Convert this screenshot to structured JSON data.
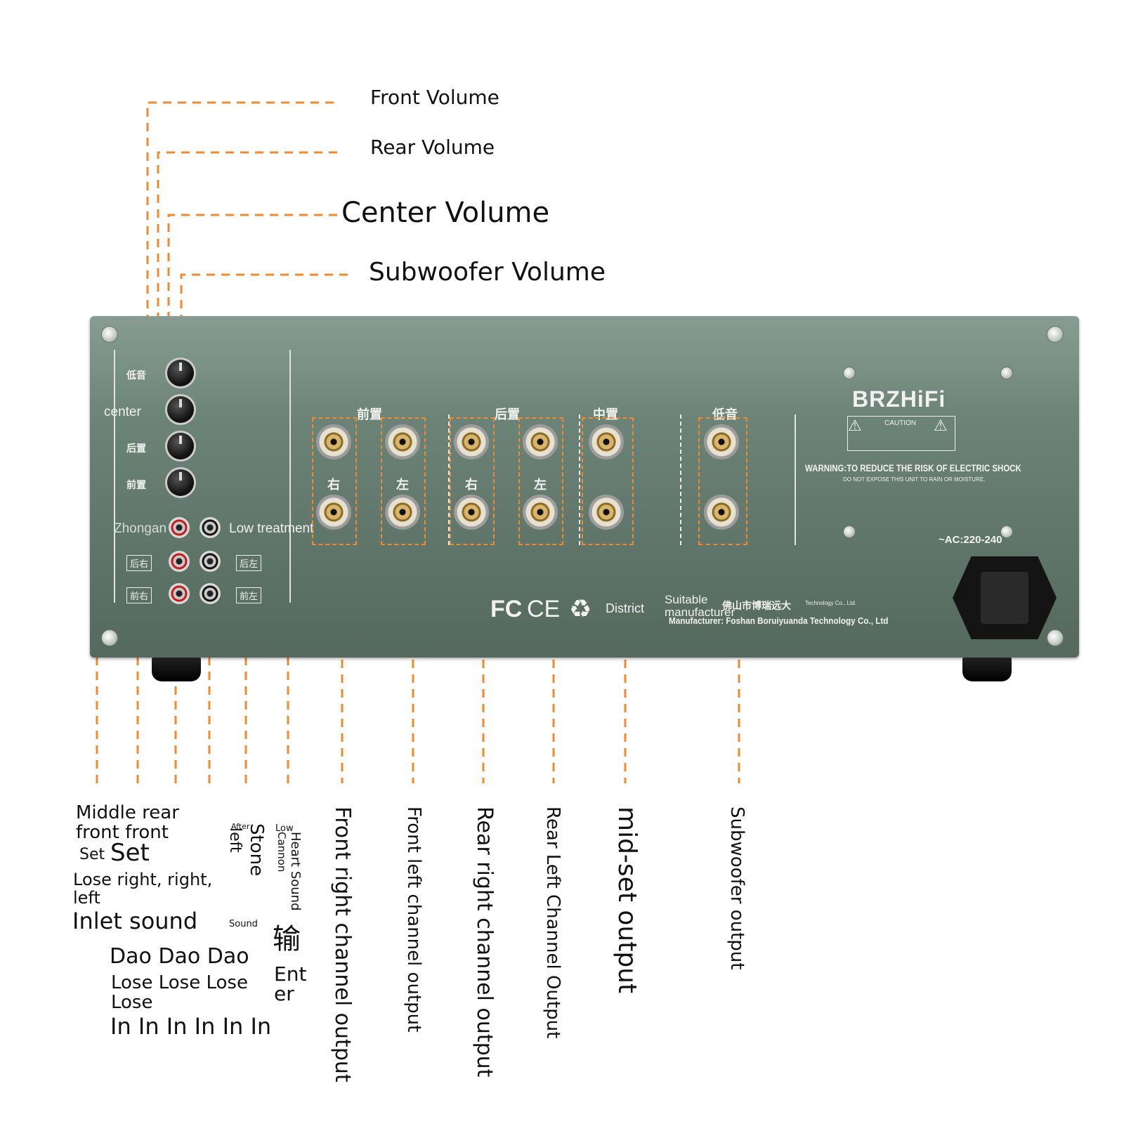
{
  "callouts_top": {
    "front_volume": "Front Volume",
    "rear_volume": "Rear Volume",
    "center_volume": "Center Volume",
    "subwoofer_volume": "Subwoofer Volume"
  },
  "panel": {
    "brand": "BRZHiFi",
    "caution": "CAUTION",
    "warning": "WARNING:TO REDUCE THE RISK OF ELECTRIC SHOCK",
    "warning_sub": "DO NOT EXPOSE THIS UNIT TO RAIN OR MOISTURE.",
    "ac": "~AC:220-240",
    "knob_labels": [
      "低音",
      "center",
      "后置",
      "前置"
    ],
    "rca_left_labels": [
      "Zhongan",
      "后右",
      "前右"
    ],
    "rca_right_labels": [
      "Low treatment",
      "后左",
      "前左"
    ],
    "group_labels": [
      "前置",
      "后置",
      "中置",
      "低音"
    ],
    "ch_labels": [
      "右",
      "左",
      "右",
      "左"
    ],
    "cert_fc": "FC",
    "cert_ce": "CE",
    "district": "District",
    "suitable": "Suitable",
    "manufacturer": "manufacturer",
    "mfr_cn": "佛山市博瑞远大",
    "mfr_small": "Technology Co., Ltd.",
    "mfr_full": "Manufacturer: Foshan Boruiyuanda Technology Co., Ltd"
  },
  "bottom_left": {
    "line1": "Middle rear",
    "line2": "front front",
    "set_small": "Set",
    "set_big": "Set",
    "lose": "Lose right, right,",
    "left": "left",
    "inlet": "Inlet sound",
    "dao": "Dao Dao Dao",
    "lose_lose": "Lose Lose Lose",
    "lose2": "Lose",
    "in_row": "In In In In In In"
  },
  "bottom_mid": {
    "after": "After",
    "left_word": "left",
    "stone": "Stone",
    "sound_small": "Sound",
    "low": "Low",
    "cannon": "Cannon",
    "heart_sound": "Heart Sound",
    "char": "输",
    "enter1": "Ent",
    "enter2": "er"
  },
  "bottom_vertical": {
    "front_right": "Front right channel output",
    "front_left": "Front left channel output",
    "rear_right": "Rear right channel output",
    "rear_left": "Rear Left Channel Output",
    "mid_set": "mid-set output",
    "subwoofer": "Subwoofer output"
  },
  "colors": {
    "leader": "#ef8a2e",
    "panel": "#6c8377"
  }
}
